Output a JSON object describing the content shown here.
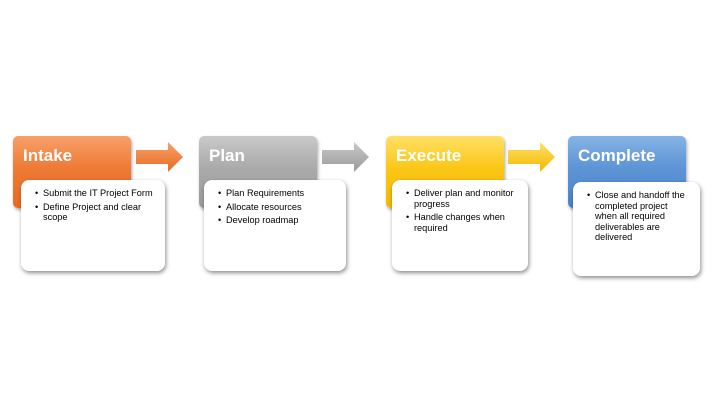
{
  "stages": [
    {
      "title": "Intake",
      "items": [
        "Submit the IT Project Form",
        "Define Project and clear scope"
      ]
    },
    {
      "title": "Plan",
      "items": [
        "Plan Requirements",
        "Allocate resources",
        "Develop roadmap"
      ]
    },
    {
      "title": "Execute",
      "items": [
        "Deliver plan and monitor progress",
        "Handle changes when required"
      ]
    },
    {
      "title": "Complete",
      "items": [
        "Close and handoff the completed project when all required deliverables are delivered"
      ]
    }
  ],
  "colors": {
    "intake": "#ee7a35",
    "plan": "#aaaaaa",
    "execute": "#fbc716",
    "complete": "#5c94d6"
  }
}
